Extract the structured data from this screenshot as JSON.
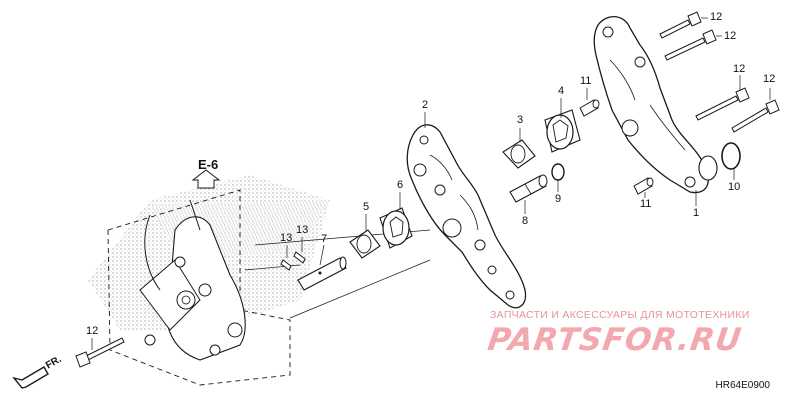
{
  "diagram": {
    "reference_label": "E-6",
    "front_label": "FR.",
    "diagram_code": "HR64E0900"
  },
  "watermark": {
    "subtitle": "ЗАПЧАСТИ И АКСЕССУАРЫ ДЛЯ МОТОТЕХНИКИ",
    "logo": "PARTSFOR.RU"
  },
  "callouts": [
    {
      "id": "12",
      "text": "12"
    },
    {
      "id": "12",
      "text": "12"
    },
    {
      "id": "12",
      "text": "12"
    },
    {
      "id": "12",
      "text": "12"
    },
    {
      "id": "11",
      "text": "11"
    },
    {
      "id": "4",
      "text": "4"
    },
    {
      "id": "2",
      "text": "2"
    },
    {
      "id": "3",
      "text": "3"
    },
    {
      "id": "10",
      "text": "10"
    },
    {
      "id": "9",
      "text": "9"
    },
    {
      "id": "6",
      "text": "6"
    },
    {
      "id": "8",
      "text": "8"
    },
    {
      "id": "11",
      "text": "11"
    },
    {
      "id": "1",
      "text": "1"
    },
    {
      "id": "5",
      "text": "5"
    },
    {
      "id": "13",
      "text": "13"
    },
    {
      "id": "13",
      "text": "13"
    },
    {
      "id": "7",
      "text": "7"
    },
    {
      "id": "12",
      "text": "12"
    }
  ],
  "colors": {
    "line": "#1a1a1a",
    "watermark": "#f2a8ae",
    "stipple": "#9a9a9a"
  }
}
